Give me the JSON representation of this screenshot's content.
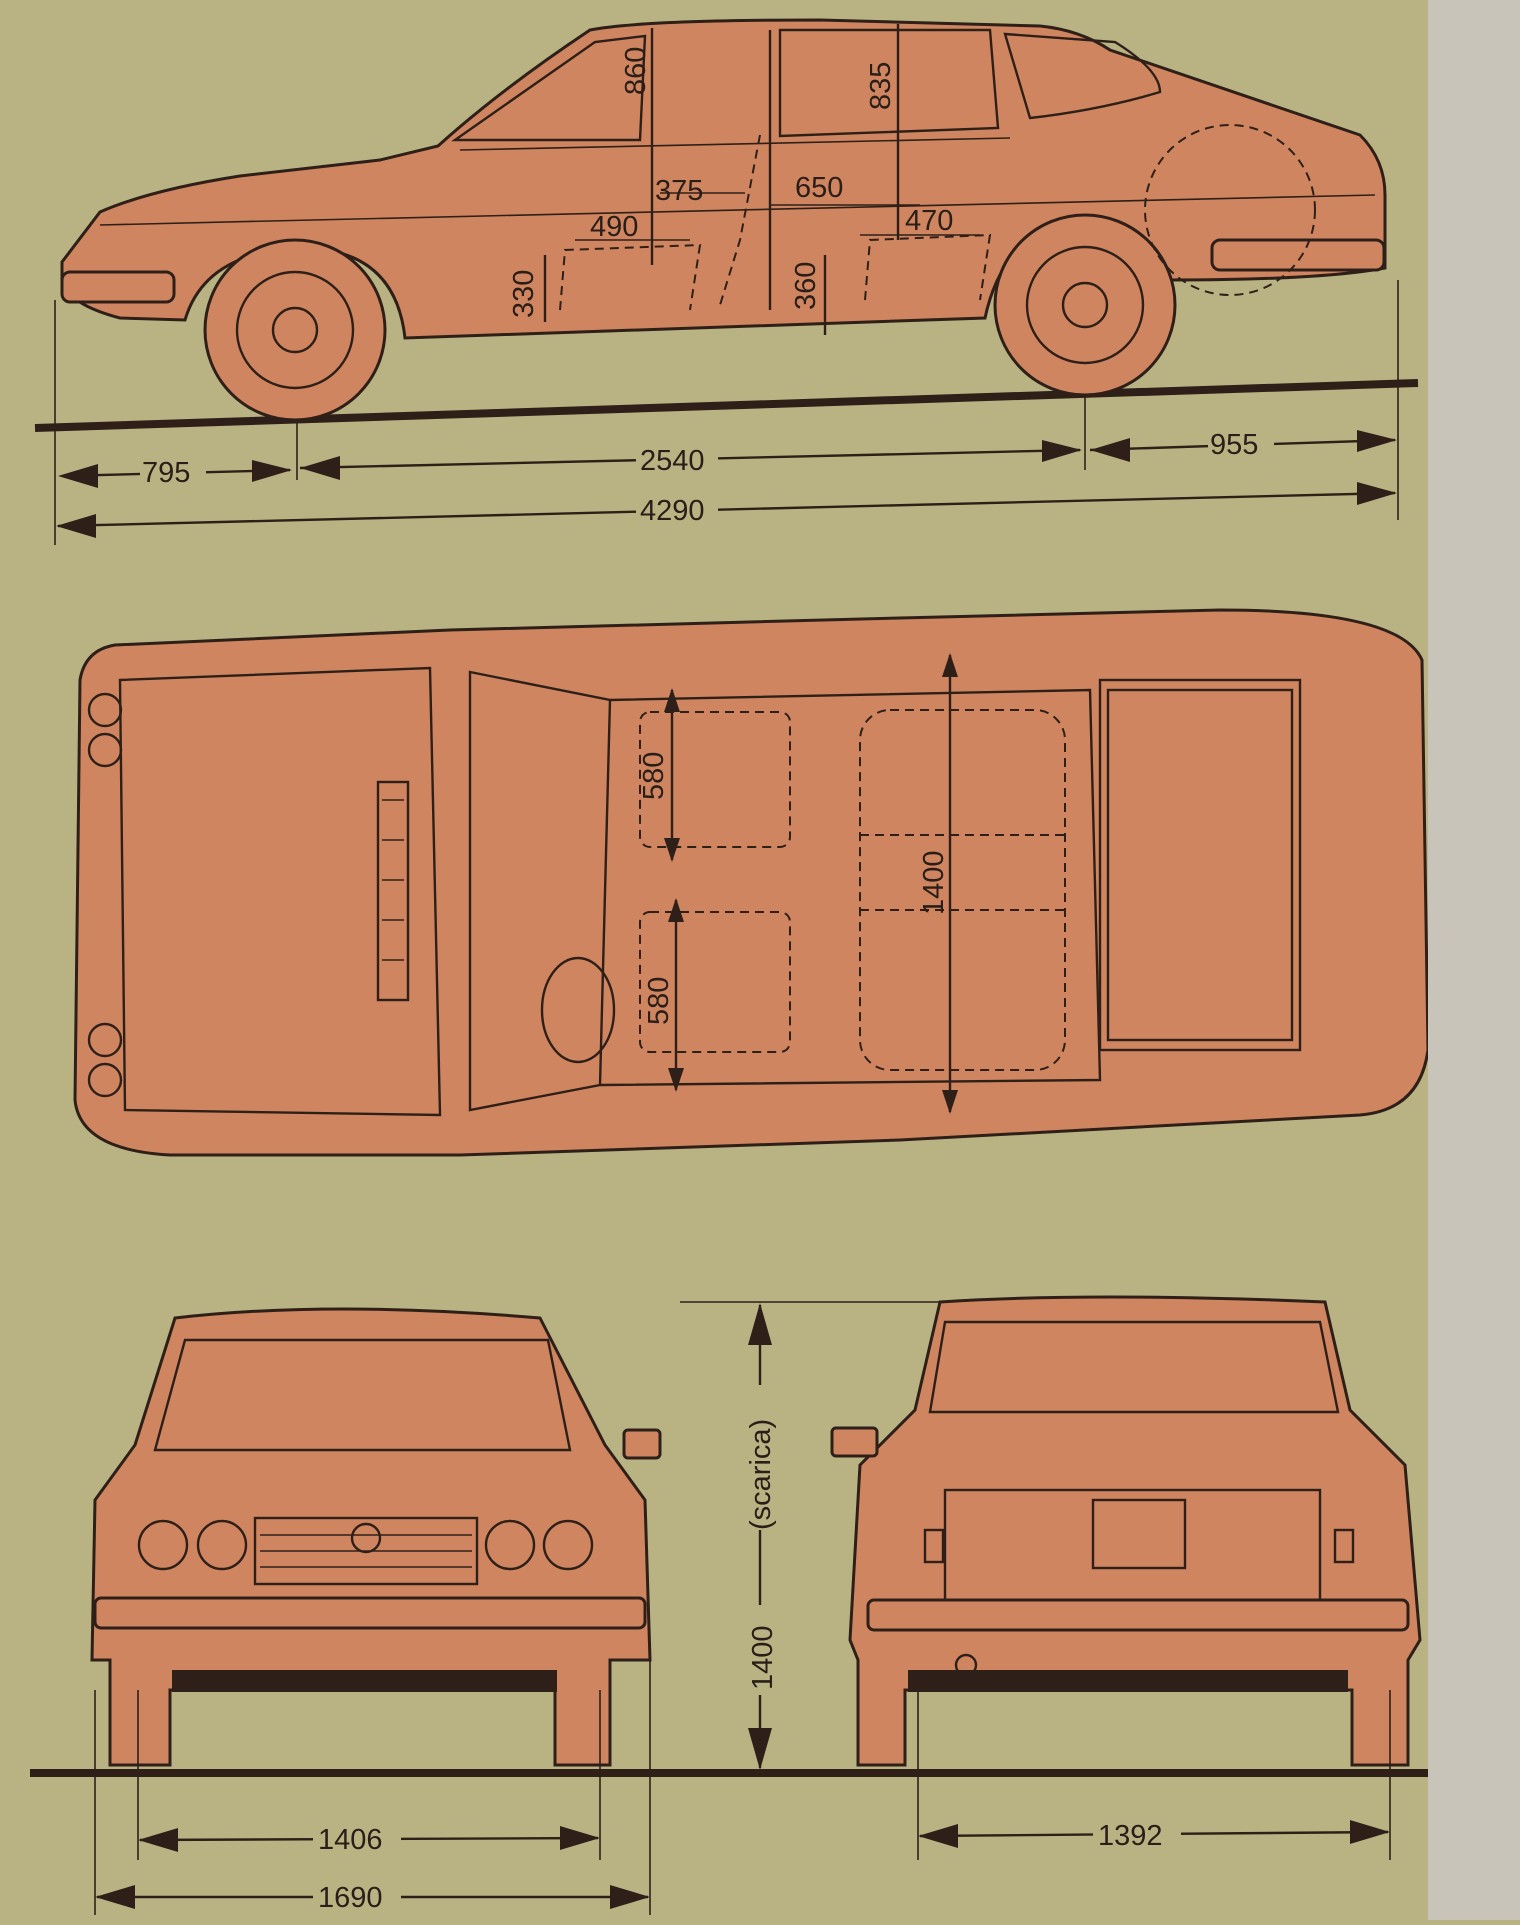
{
  "side_view": {
    "dims": {
      "headroom_front": "860",
      "headroom_rear": "835",
      "front_seat_depth": "375",
      "rear_legroom": "650",
      "front_seat_width": "490",
      "rear_seat_width": "470",
      "front_seat_height": "330",
      "rear_seat_height": "360"
    },
    "front_overhang": "795",
    "wheelbase": "2540",
    "rear_overhang": "955",
    "overall_length": "4290"
  },
  "top_view": {
    "front_seat_1": "580",
    "front_seat_2": "580",
    "interior_width": "1400"
  },
  "front_view": {
    "front_track": "1406",
    "overall_width": "1690"
  },
  "rear_view": {
    "rear_track": "1392",
    "height": "1400",
    "height_note": "(scarica)"
  },
  "colors": {
    "background": "#b9b383",
    "body": "#cf8560",
    "ink": "#2e2018"
  }
}
